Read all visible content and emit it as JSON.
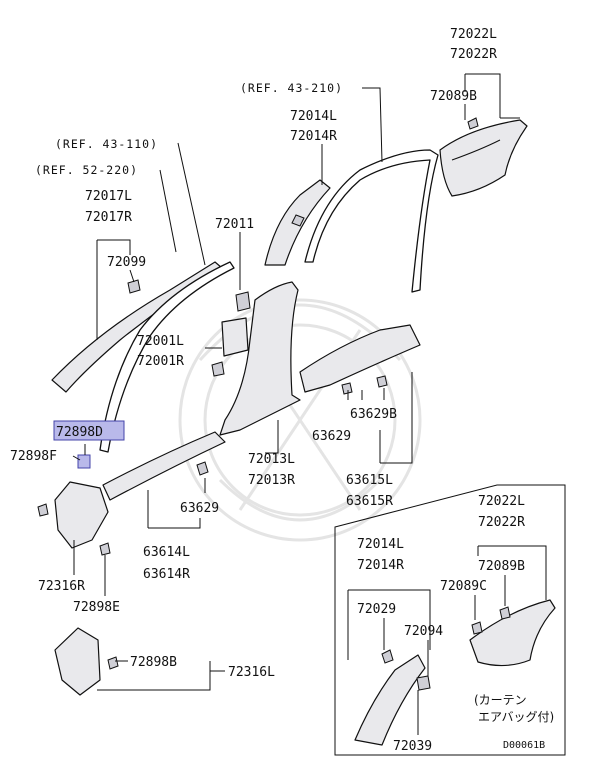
{
  "labels": {
    "p72022L_top": "72022L",
    "p72022R_top": "72022R",
    "p72089B_top": "72089B",
    "ref43_210": "(REF. 43-210)",
    "p72014L_top": "72014L",
    "p72014R_top": "72014R",
    "ref43_110": "(REF. 43-110)",
    "ref52_220": "(REF. 52-220)",
    "p72017L": "72017L",
    "p72017R": "72017R",
    "p72099": "72099",
    "p72011": "72011",
    "p72001L": "72001L",
    "p72001R": "72001R",
    "p63629B": "63629B",
    "p63629_mid": "63629",
    "p72898D": "72898D",
    "p72898F": "72898F",
    "p72013L": "72013L",
    "p72013R": "72013R",
    "p63615L": "63615L",
    "p63615R": "63615R",
    "p63629_low": "63629",
    "p63614L": "63614L",
    "p63614R": "63614R",
    "p72316R": "72316R",
    "p72898E": "72898E",
    "p72022L_box": "72022L",
    "p72022R_box": "72022R",
    "p72014L_box": "72014L",
    "p72014R_box": "72014R",
    "p72089B_box": "72089B",
    "p72089C": "72089C",
    "p72029": "72029",
    "p72094": "72094",
    "p72898B": "72898B",
    "p72316L": "72316L",
    "curtain_note_1": "(カーテン",
    "curtain_note_2": "エアバッグ付)",
    "p72039": "72039",
    "diagram_code": "D00061B"
  },
  "colors": {
    "highlight_fill": "#b9b9ea",
    "highlight_border": "#4444aa",
    "part_shade": "#e9e9ec"
  }
}
